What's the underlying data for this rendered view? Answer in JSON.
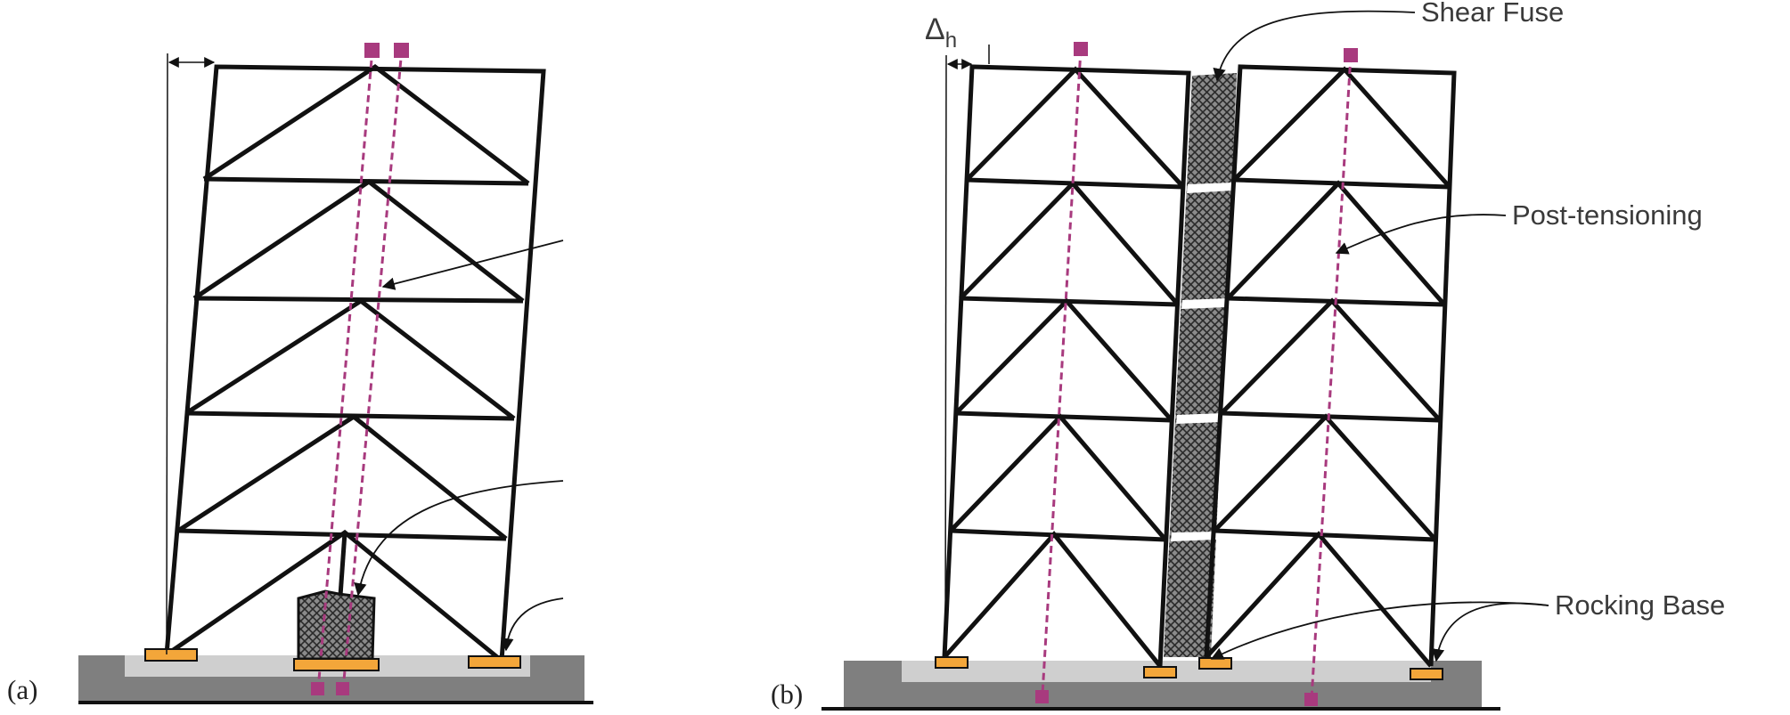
{
  "panels": {
    "a": {
      "label": "(a)"
    },
    "b": {
      "label": "(b)"
    }
  },
  "labels": {
    "drift": "Δ",
    "drift_sub": "h",
    "shear_fuse": "Shear Fuse",
    "post_tensioning": "Post-tensioning",
    "rocking_base": "Rocking Base"
  },
  "colors": {
    "frame": "#111111",
    "tendon": "#a83a7e",
    "bearing": "#f3a63a",
    "foundation": "#7f7f7f",
    "foundation_inner": "#cfcfcf",
    "fuse": "#6e6e6e"
  }
}
